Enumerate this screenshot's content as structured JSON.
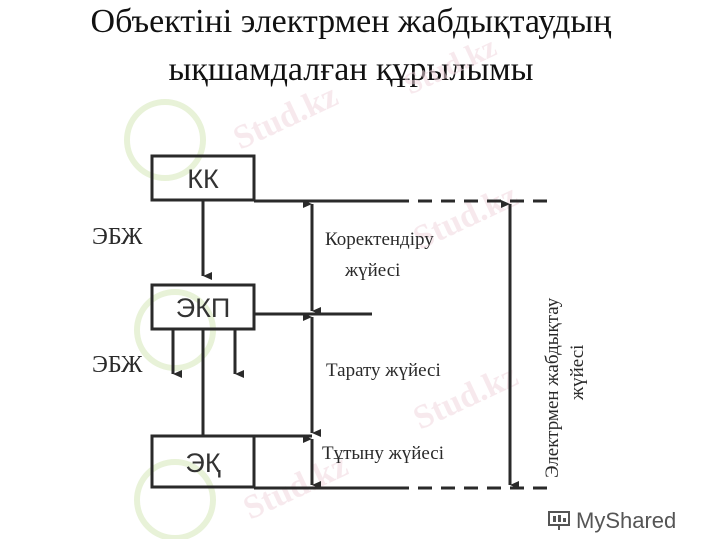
{
  "title_line1": "Объектіні электрмен жабдықтаудың",
  "title_line2": "ықшамдалған құрылымы",
  "blocks": {
    "top": "КК",
    "middle": "ЭКП",
    "bottom": "ЭҚ"
  },
  "labels": {
    "ebzh_top": "ЭБЖ",
    "ebzh_mid": "ЭБЖ",
    "correction_line1": "Коректендіру",
    "correction_line2": "жүйесі",
    "distribution": "Тарату жүйесі",
    "consumption": "Тұтыну жүйесі",
    "supply_line1": "Электрмен жабдықтау",
    "supply_line2": "жүйесі"
  },
  "watermark": "Stud.kz",
  "brand": "MyShared"
}
